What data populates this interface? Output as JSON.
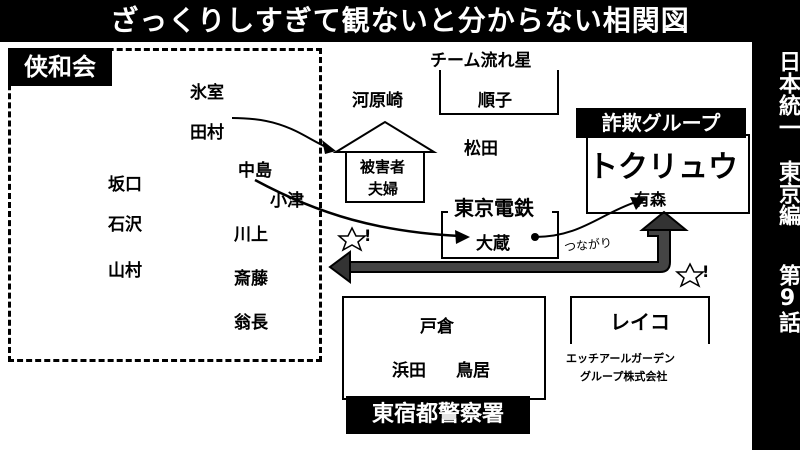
{
  "title": "ざっくりしすぎて観ないと分からない相関図",
  "side": {
    "line1": "日本統一",
    "line2": "東京編",
    "line3": "第9話"
  },
  "kyowakai": {
    "label": "侠和会",
    "members": [
      "氷室",
      "田村",
      "坂口",
      "石沢",
      "山村",
      "中島",
      "小津",
      "川上",
      "斎藤",
      "翁長"
    ]
  },
  "team_nagareboshi": {
    "label": "チーム流れ星",
    "member": "順子"
  },
  "kawaharazaki": "河原崎",
  "matsuda": "松田",
  "victims": {
    "line1": "被害者",
    "line2": "夫婦"
  },
  "tokyo_dentetsu": {
    "label": "東京電鉄",
    "member": "大蔵"
  },
  "fraud_group": {
    "label": "詐欺グループ",
    "name": "トクリュウ",
    "member": "有森"
  },
  "tsunagari": "つながり",
  "bang": "!",
  "police": {
    "label": "東宿都警察署",
    "members": [
      "戸倉",
      "浜田",
      "鳥居"
    ]
  },
  "reiko": {
    "label": "レイコ",
    "company_line1": "エッチアールガーデン",
    "company_line2": "グループ株式会社"
  }
}
